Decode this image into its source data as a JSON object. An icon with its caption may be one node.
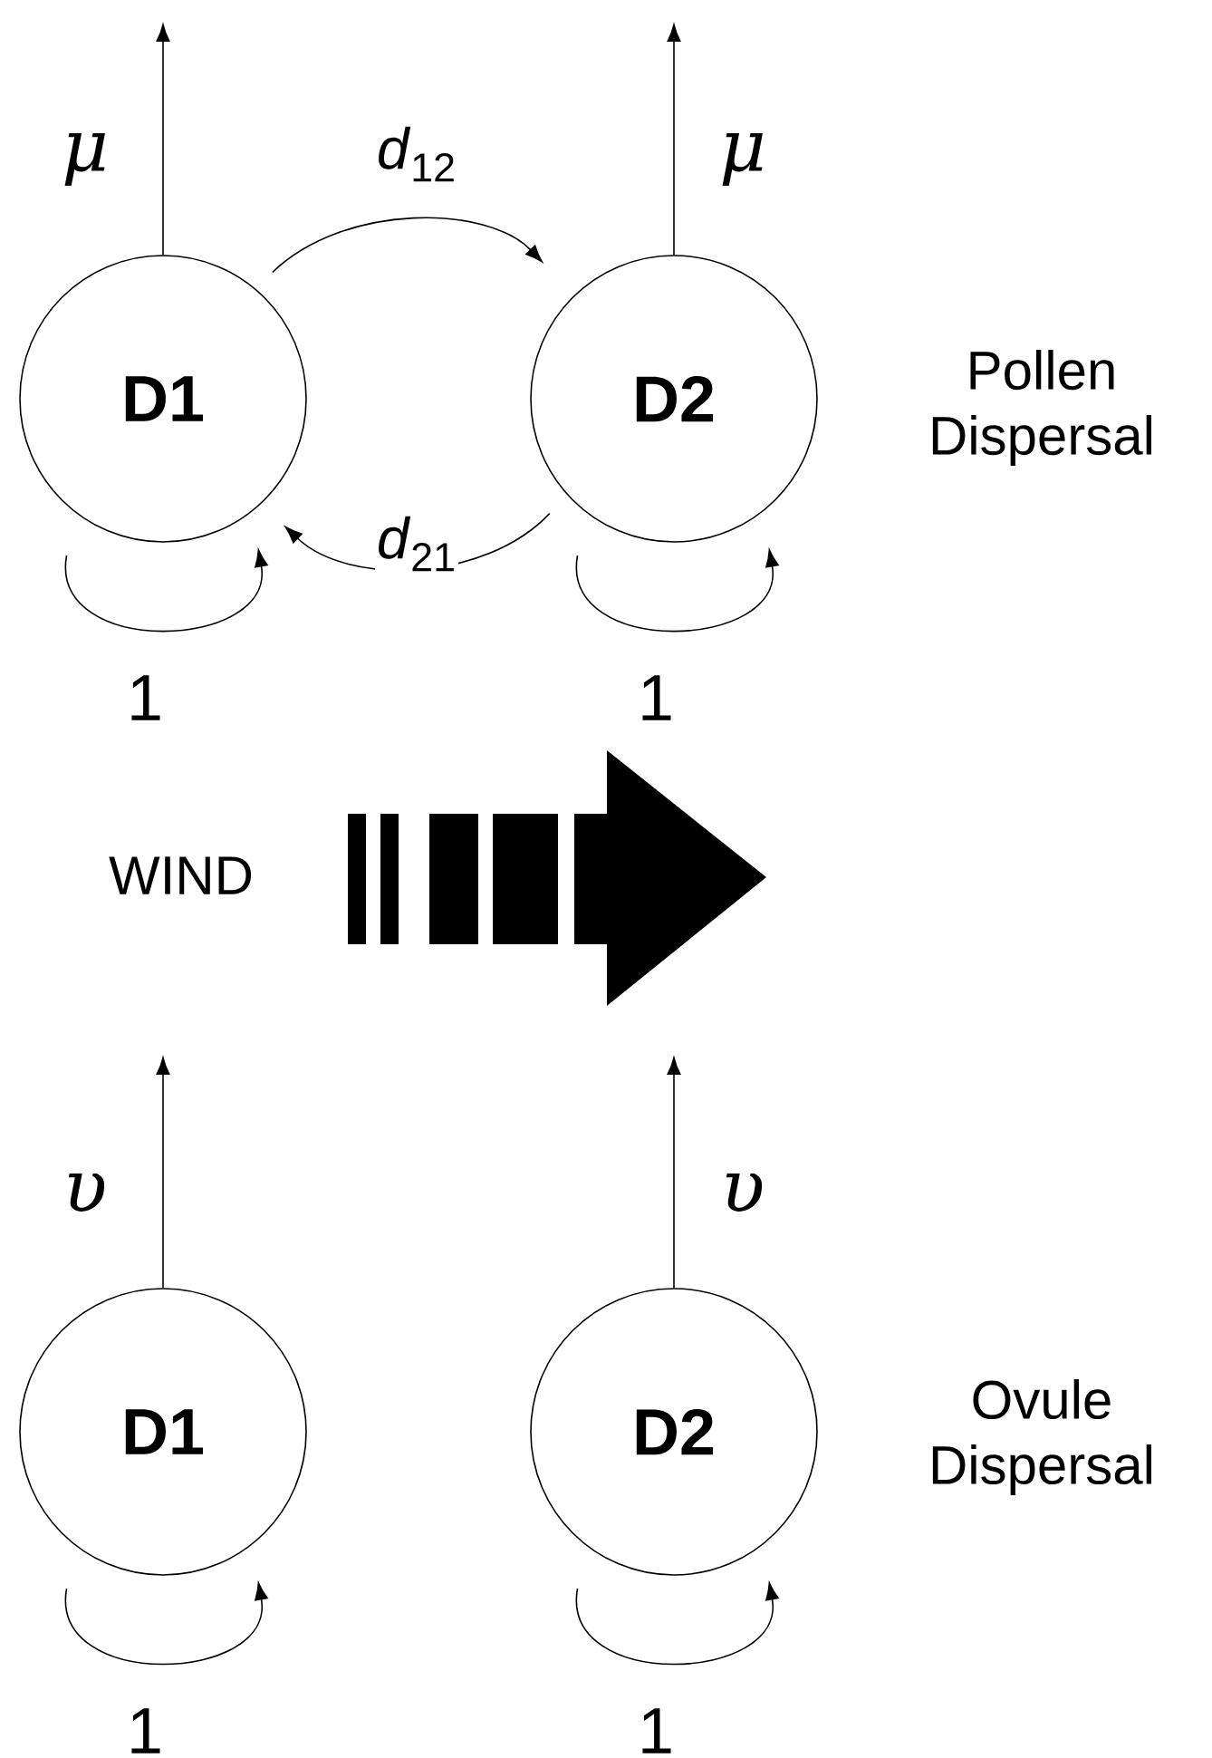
{
  "diagram": {
    "nodes": [
      {
        "text": [
          "D1"
        ]
      },
      {
        "text": [
          "D2"
        ]
      },
      {
        "text": [
          "D1"
        ]
      },
      {
        "text": [
          "D2"
        ]
      }
    ],
    "edges": [
      {
        "from": 0,
        "to": null,
        "arrow": "to",
        "label": "μ"
      },
      {
        "from": 1,
        "to": null,
        "arrow": "to",
        "label": "μ"
      },
      {
        "from": 0,
        "to": 1,
        "arrow": "to",
        "label": "*d*$_{12}$"
      },
      {
        "from": 1,
        "to": 0,
        "arrow": "to",
        "label": "*d*$_{21}$"
      },
      {
        "from": 0,
        "to": 0,
        "arrow": "to",
        "label": "1"
      },
      {
        "from": 1,
        "to": 1,
        "arrow": "to",
        "label": "1"
      },
      {
        "from": 2,
        "to": null,
        "arrow": "to",
        "label": "υ"
      },
      {
        "from": 3,
        "to": null,
        "arrow": "to",
        "label": "υ"
      },
      {
        "from": 2,
        "to": 2,
        "arrow": "to",
        "label": "1"
      },
      {
        "from": 3,
        "to": 3,
        "arrow": "to",
        "label": "1"
      }
    ],
    "labels": [
      "Pollen Dispersal",
      "WIND",
      "Ovule Dispersal"
    ]
  }
}
